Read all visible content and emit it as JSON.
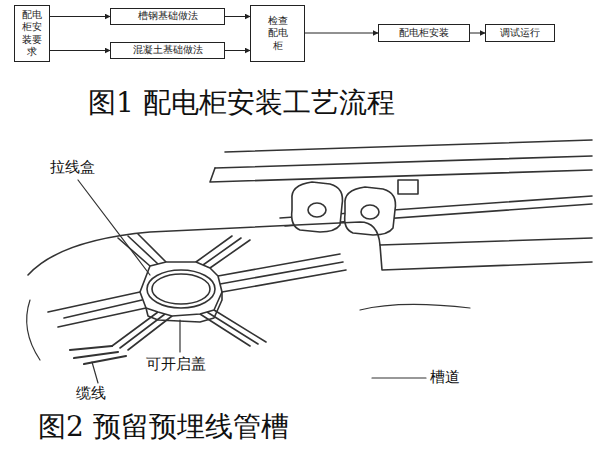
{
  "diagram": {
    "caption": "图1 配电柜安装工艺流程",
    "nodes": [
      {
        "text": [
          "配电柜安装要求"
        ]
      },
      {
        "text": [
          "槽钢基础做法"
        ]
      },
      {
        "text": [
          "混凝土基础做法"
        ]
      },
      {
        "text": [
          "检查配电柜"
        ]
      },
      {
        "text": [
          "配电柜安装"
        ]
      },
      {
        "text": [
          "调试运行"
        ]
      }
    ],
    "edges": [
      {
        "from": 0,
        "to": 1,
        "arrow": "to"
      },
      {
        "from": 0,
        "to": 2,
        "arrow": "to"
      },
      {
        "from": 1,
        "to": 3,
        "arrow": "to"
      },
      {
        "from": 2,
        "to": 3,
        "arrow": "to"
      },
      {
        "from": 3,
        "to": 4,
        "arrow": "to"
      },
      {
        "from": 4,
        "to": 5,
        "arrow": "to"
      }
    ],
    "labels": [
      "拉线盒",
      "可开启盖",
      "槽道",
      "缆线",
      "图2 预留预埋线管槽"
    ]
  }
}
